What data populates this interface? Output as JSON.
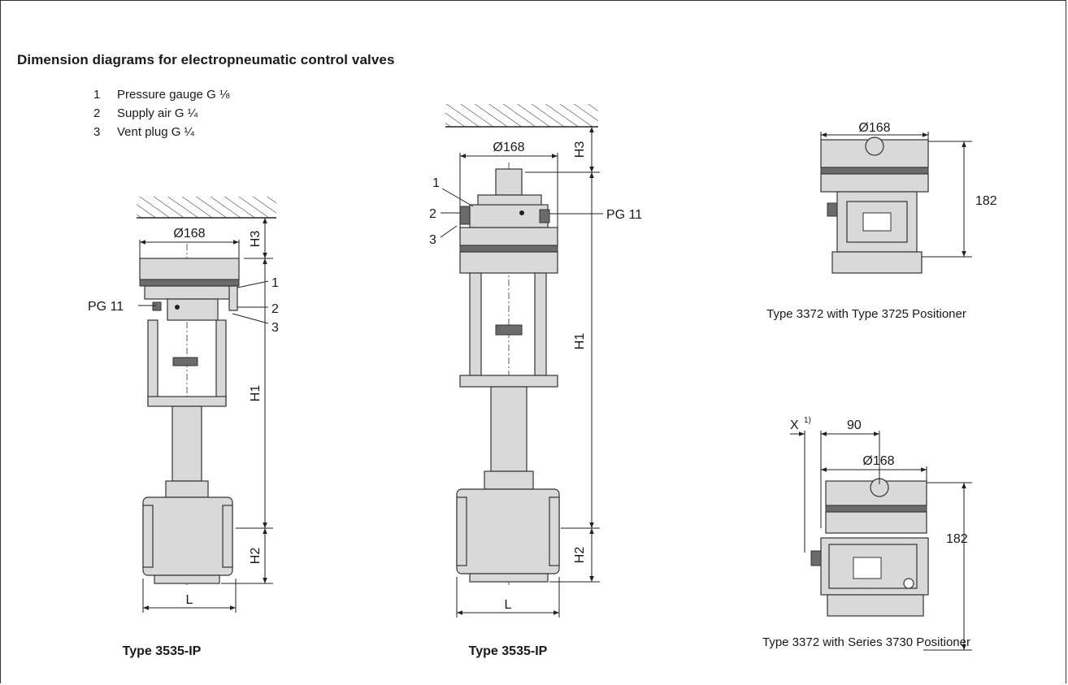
{
  "title": "Dimension diagrams for electropneumatic control valves",
  "legend": [
    {
      "num": "1",
      "text": "Pressure gauge G ⅛"
    },
    {
      "num": "2",
      "text": "Supply air G ¼"
    },
    {
      "num": "3",
      "text": "Vent plug G ¼"
    }
  ],
  "diagram1": {
    "dia": "Ø168",
    "h1": "H1",
    "h2": "H2",
    "h3": "H3",
    "l": "L",
    "pg": "PG 11",
    "c1": "1",
    "c2": "2",
    "c3": "3",
    "caption": "Type 3535-IP"
  },
  "diagram2": {
    "dia": "Ø168",
    "h1": "H1",
    "h2": "H2",
    "h3": "H3",
    "l": "L",
    "pg": "PG 11",
    "c1": "1",
    "c2": "2",
    "c3": "3",
    "caption": "Type 3535-IP"
  },
  "diagram3": {
    "dia": "Ø168",
    "height": "182",
    "caption": "Type 3372 with Type 3725 Positioner"
  },
  "diagram4": {
    "x": "X",
    "x_sup": "1)",
    "offset": "90",
    "dia": "Ø168",
    "height": "182",
    "caption": "Type 3372 with Series 3730 Positioner"
  }
}
